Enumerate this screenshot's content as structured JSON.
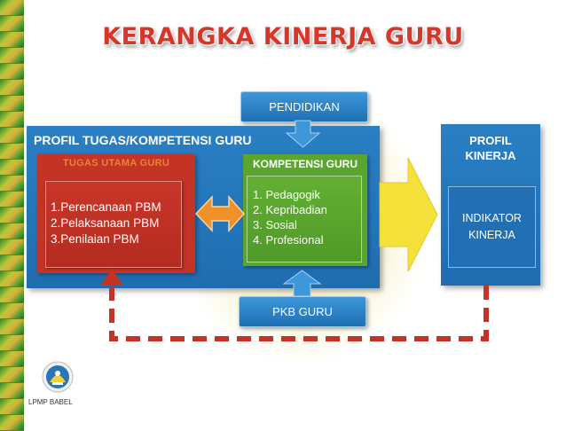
{
  "title": "KERANGKA KINERJA GURU",
  "top_box": "PENDIDIKAN",
  "bottom_box": "PKB GURU",
  "panel": {
    "title": "PROFIL TUGAS/KOMPETENSI GURU",
    "tugas": {
      "header": "TUGAS UTAMA GURU",
      "items": [
        "1.Perencanaan PBM",
        "2.Pelaksanaan PBM",
        "3.Penilaian PBM"
      ]
    },
    "kompetensi": {
      "header": "KOMPETENSI GURU",
      "items": [
        "1. Pedagogik",
        "2. Kepribadian",
        "3. Sosial",
        "4. Profesional"
      ]
    }
  },
  "profil_kinerja": {
    "title_line1": "PROFIL",
    "title_line2": "KINERJA",
    "inner_line1": "INDIKATOR",
    "inner_line2": "KINERJA"
  },
  "logo": {
    "caption": "LPMP BABEL"
  },
  "colors": {
    "title": "#d9362a",
    "panel_blue": "#1f6db0",
    "red_box": "#c33326",
    "green_box": "#5aa52e",
    "double_arrow": "#f0902a",
    "big_arrow": "#f4e23a",
    "dashed_path": "#c33326"
  }
}
